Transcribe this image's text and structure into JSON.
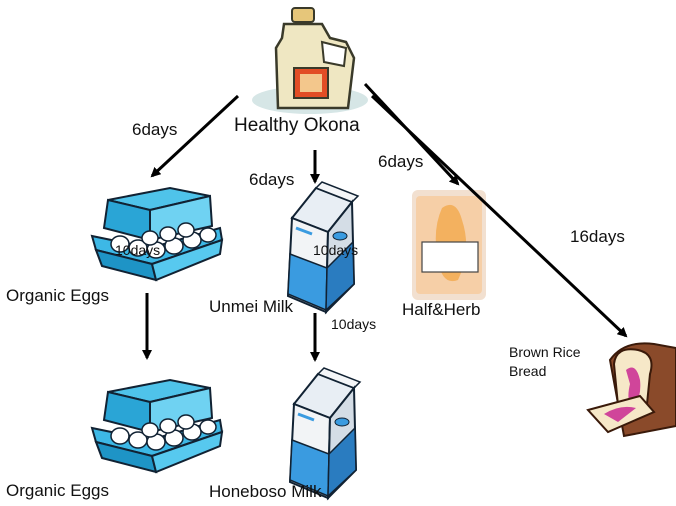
{
  "source": {
    "name": "Healthy Okona",
    "icon": "jug-bottle-icon",
    "colors": {
      "body": "#efe7c2",
      "outline": "#3a3a2a",
      "label": "#e24d25"
    }
  },
  "edges": [
    {
      "from": "Healthy Okona",
      "to": "Organic Eggs",
      "label": "6days"
    },
    {
      "from": "Healthy Okona",
      "to": "Unmei Milk",
      "label": "6days"
    },
    {
      "from": "Healthy Okona",
      "to": "Half&Herb",
      "label": "6days"
    },
    {
      "from": "Healthy Okona",
      "to": "Brown Rice Bread",
      "label": "16days"
    },
    {
      "from": "Organic Eggs",
      "to": "Organic Eggs",
      "label": "10days"
    },
    {
      "from": "Unmei Milk",
      "to": "Honeboso Milk",
      "label": "10days"
    },
    {
      "from": "Unmei Milk",
      "to": "Honeboso Milk",
      "label": "10days"
    }
  ],
  "nodes": {
    "eggs_top": {
      "name": "Organic Eggs",
      "icon": "egg-carton-icon"
    },
    "eggs_bottom": {
      "name": "Organic Eggs",
      "icon": "egg-carton-icon"
    },
    "milk_top": {
      "name": "Unmei Milk",
      "icon": "milk-carton-icon"
    },
    "milk_bottom": {
      "name": "Honeboso Milk",
      "icon": "milk-carton-icon"
    },
    "herb": {
      "name": "Half&Herb",
      "icon": "herb-package-icon"
    },
    "bread": {
      "name_line1": "Brown Rice",
      "name_line2": "Bread",
      "icon": "bread-slice-icon"
    }
  },
  "colors": {
    "carton_blue": "#4fc3ea",
    "milk_blue": "#3a9be0",
    "bread_crust": "#8a4a2a",
    "jam": "#d0459a",
    "arrow": "#000000"
  }
}
